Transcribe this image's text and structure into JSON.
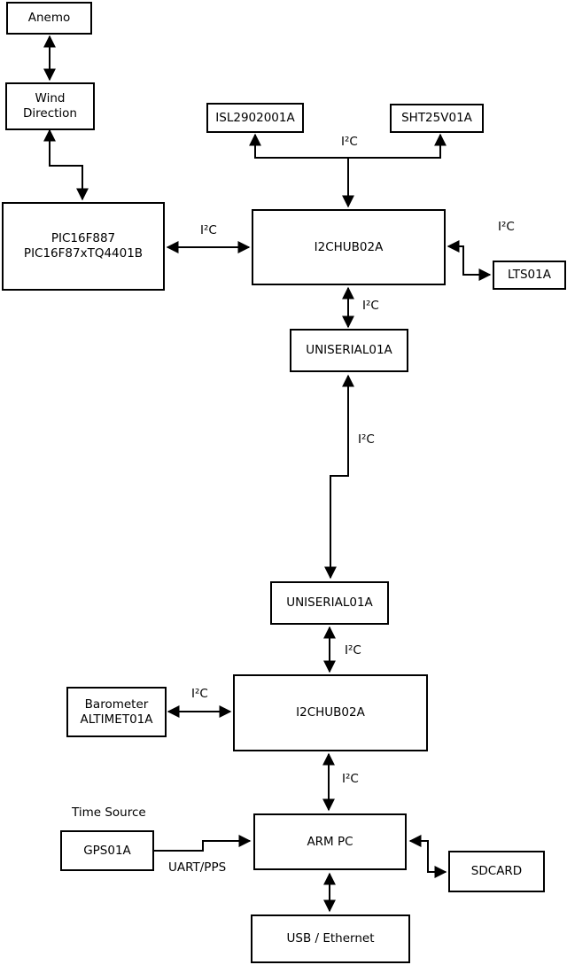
{
  "diagram": {
    "nodes": {
      "anemo": {
        "label": "Anemo"
      },
      "wind_direction": {
        "line1": "Wind",
        "line2": "Direction"
      },
      "pic": {
        "line1": "PIC16F887",
        "line2": "PIC16F87xTQ4401B"
      },
      "isl": {
        "label": "ISL2902001A"
      },
      "sht": {
        "label": "SHT25V01A"
      },
      "i2chub1": {
        "label": "I2CHUB02A"
      },
      "lts": {
        "label": "LTS01A"
      },
      "uniserial1": {
        "label": "UNISERIAL01A"
      },
      "uniserial2": {
        "label": "UNISERIAL01A"
      },
      "barometer": {
        "line1": "Barometer",
        "line2": "ALTIMET01A"
      },
      "i2chub2": {
        "label": "I2CHUB02A"
      },
      "gps": {
        "label": "GPS01A"
      },
      "armpc": {
        "label": "ARM PC"
      },
      "sdcard": {
        "label": "SDCARD"
      },
      "usb_ethernet": {
        "label": "USB / Ethernet"
      }
    },
    "edge_labels": {
      "i2c": "I²C",
      "time_source": "Time Source",
      "uart_pps": "UART/PPS"
    },
    "colors": {
      "line": "#000000",
      "box_border": "#000000",
      "box_fill": "#ffffff",
      "background": "#ffffff",
      "text": "#000000"
    }
  }
}
